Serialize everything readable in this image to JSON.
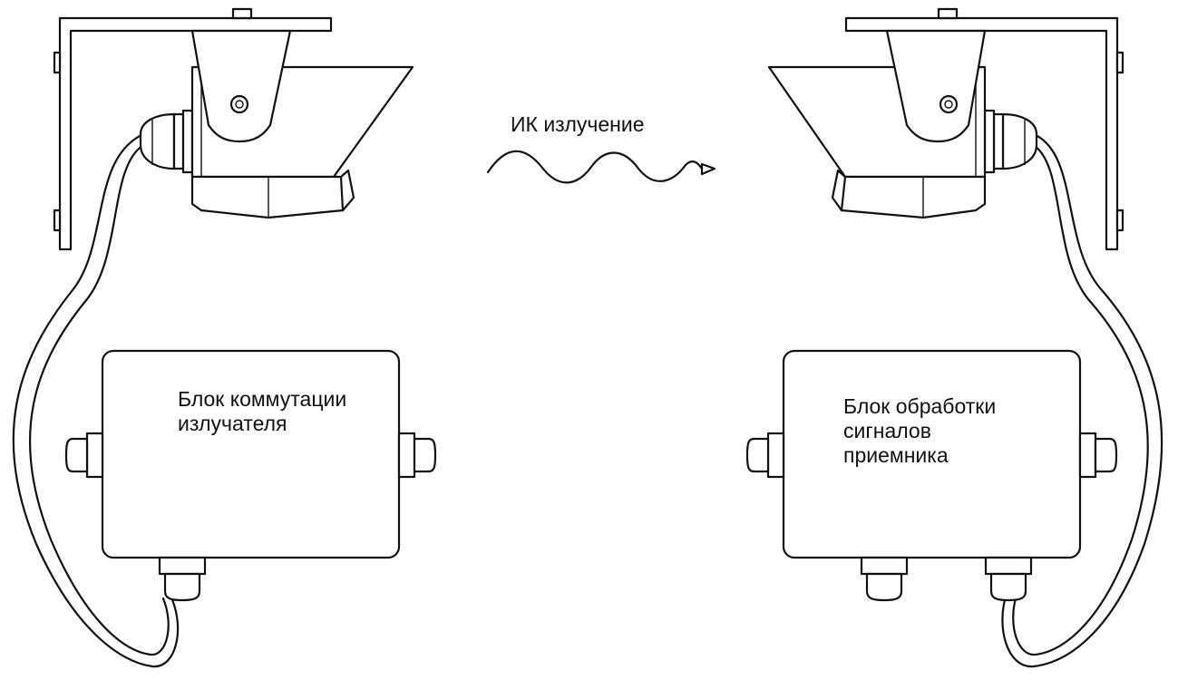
{
  "emission_label": "ИК излучение",
  "transmitter_box": {
    "lines": [
      "Блок коммутации",
      "излучателя"
    ]
  },
  "receiver_box": {
    "lines": [
      "Блок обработки",
      "сигналов",
      "приемника"
    ]
  },
  "colors": {
    "line": "#111111",
    "background": "#ffffff"
  }
}
